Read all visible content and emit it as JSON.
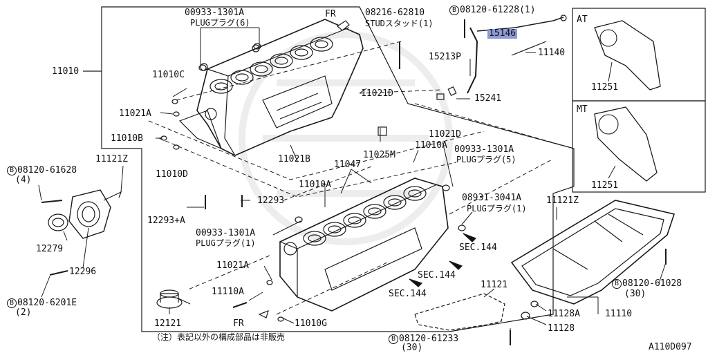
{
  "diagram_code": "A110D097",
  "footnote": "（注）表記以外の構成部品は非販売",
  "arrows": {
    "fr_top": "FR",
    "fr_bottom": "FR"
  },
  "boxes": {
    "at_title": "AT",
    "mt_title": "MT"
  },
  "bolt_symbol": "B",
  "parts": {
    "p00933_1301A_top": "00933-1301A",
    "plug6": "PLUGプラグ(6)",
    "p08216_62810": "08216-62810",
    "stud1": "STUDスタッド(1)",
    "b08120_61228": "08120-61228(1)",
    "p15146": "15146",
    "p15213P": "15213P",
    "p11140": "11140",
    "p15241": "15241",
    "p11251_at": "11251",
    "p11251_mt": "11251",
    "p11010": "11010",
    "p11010C": "11010C",
    "p11021A_1": "11021A",
    "p11010B": "11010B",
    "p11010D": "11010D",
    "p11021D_1": "11021D",
    "p11021D_2": "11021D",
    "p11021B": "11021B",
    "p11025M": "11025M",
    "p11010A_1": "11010A",
    "p11047": "11047",
    "p00933_1301A_mid": "00933-1301A",
    "plug5": "PLUGプラグ(5)",
    "p11010A_2": "11010A",
    "p08931_3041A": "08931-3041A",
    "plug1_right": "PLUGプラグ(1)",
    "p11121Z_left": "11121Z",
    "p11121Z_right": "11121Z",
    "b08120_61628": "08120-61628",
    "qty4": "(4)",
    "p12293": "12293",
    "p12293A": "12293+A",
    "p00933_1301A_low": "00933-1301A",
    "plug1_low": "PLUGプラグ(1)",
    "p12279": "12279",
    "p12296": "12296",
    "p11021A_2": "11021A",
    "sec144_1": "SEC.144",
    "sec144_2": "SEC.144",
    "sec144_3": "SEC.144",
    "b08120_6201E": "08120-6201E",
    "qty2": "(2)",
    "p11110A": "11110A",
    "p12121": "12121",
    "p11010G": "11010G",
    "p11121": "11121",
    "b08120_61233": "08120-61233",
    "qty30_bottom": "(30)",
    "p11128A": "11128A",
    "p11110": "11110",
    "p11128": "11128",
    "b08120_61028": "08120-61028",
    "qty30_right": "(30)"
  }
}
